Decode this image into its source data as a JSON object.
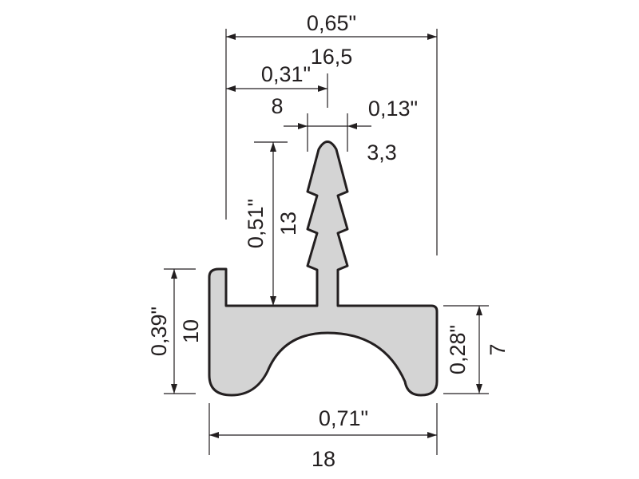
{
  "title": "Profile cross-section drawing",
  "colors": {
    "profile_fill": "#d4d4d4",
    "stroke": "#231f20"
  },
  "dimensions": {
    "overall_top_width": {
      "inch": "0,65\"",
      "mm": "16,5"
    },
    "offset_to_center": {
      "inch": "0,31\"",
      "mm": "8"
    },
    "tip_width": {
      "inch": "0,13\"",
      "mm": "3,3"
    },
    "stem_height": {
      "inch": "0,51\"",
      "mm": "13"
    },
    "left_height": {
      "inch": "0,39\"",
      "mm": "10"
    },
    "right_height": {
      "inch": "0,28\"",
      "mm": "7"
    },
    "base_width": {
      "inch": "0,71\"",
      "mm": "18"
    }
  }
}
